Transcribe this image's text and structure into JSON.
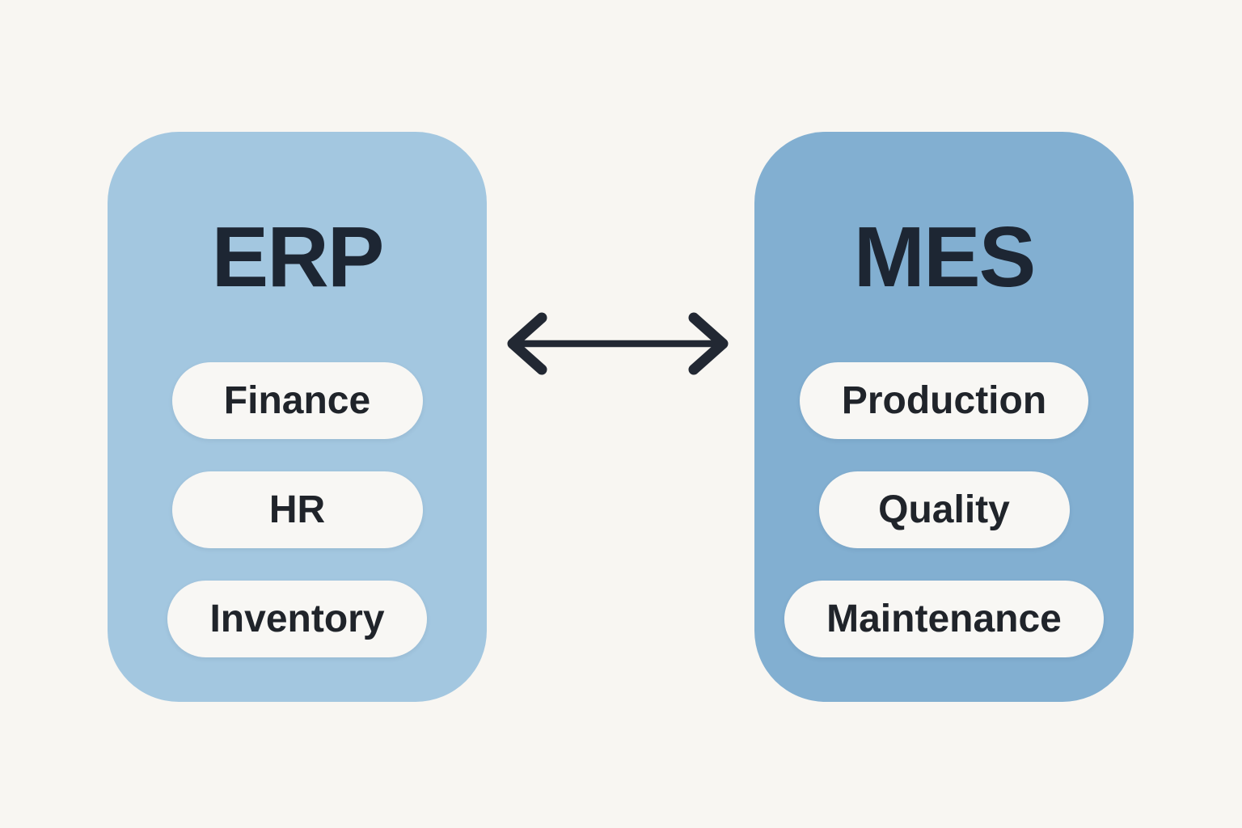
{
  "diagram": {
    "background_color": "#f8f6f2",
    "title_color": "#1d2633",
    "pill_fill": "#f8f7f4",
    "pill_text_color": "#20242a",
    "arrow": {
      "type": "bidirectional-horizontal",
      "color": "#222833"
    },
    "boxes": [
      {
        "title": "ERP",
        "fill": "#a3c7e0",
        "items": [
          {
            "label": "Finance"
          },
          {
            "label": "HR"
          },
          {
            "label": "Inventory"
          }
        ]
      },
      {
        "title": "MES",
        "fill": "#82afd1",
        "items": [
          {
            "label": "Production"
          },
          {
            "label": "Quality"
          },
          {
            "label": "Maintenance"
          }
        ]
      }
    ]
  }
}
